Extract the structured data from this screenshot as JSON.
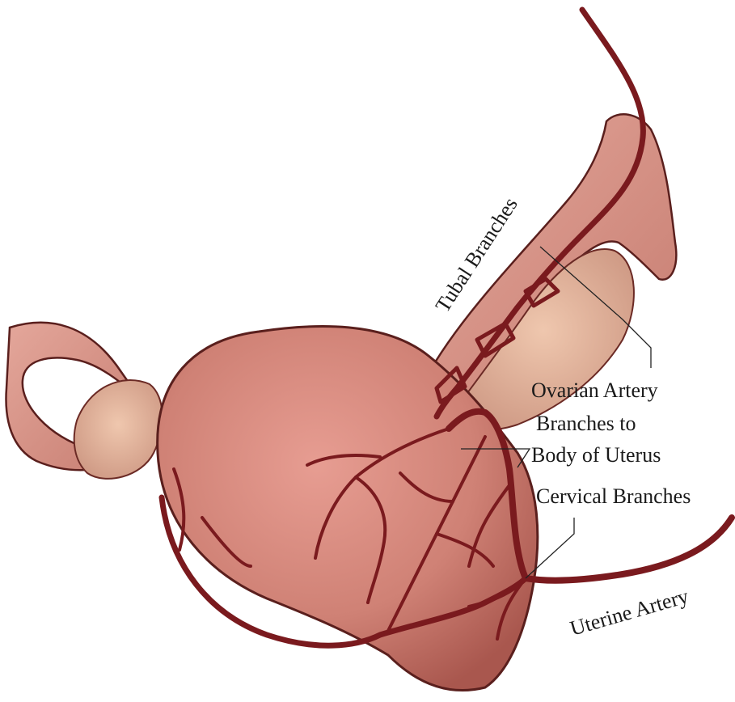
{
  "labels": {
    "tubal_branches": "Tubal Branches",
    "ovarian_artery": "Ovarian Artery",
    "branches_to_body_line1": "Branches to",
    "branches_to_body_line2": "Body of Uterus",
    "cervical_branches": "Cervical Branches",
    "uterine_artery": "Uterine Artery"
  },
  "colors": {
    "background": "#ffffff",
    "uterus_tissue": "#c97a70",
    "tube_tissue": "#d7958b",
    "ovary_tissue": "#e0b09a",
    "artery": "#7a1a1e",
    "outline": "#5a1f1d"
  }
}
